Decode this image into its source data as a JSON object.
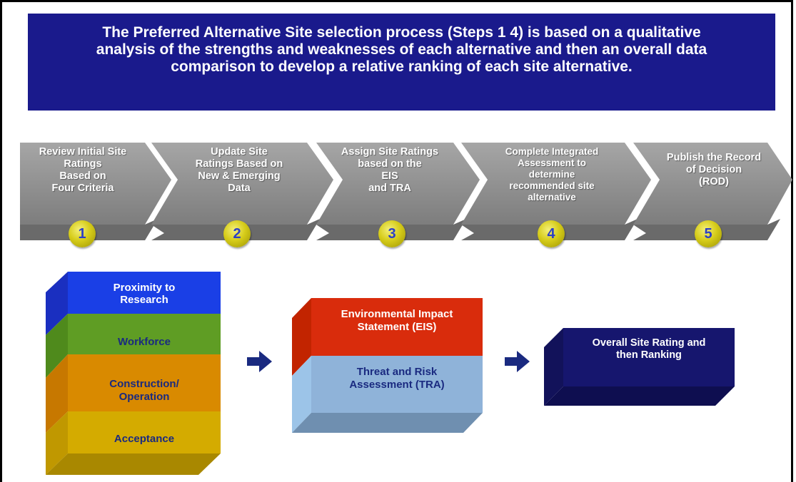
{
  "banner": {
    "text": "The Preferred Alternative Site selection process (Steps 1 4) is based on a qualitative\nanalysis of the strengths and weaknesses of each alternative and then an overall data\ncomparison to develop a relative ranking of each site alternative."
  },
  "steps": [
    {
      "label": "Review Initial Site\nRatings\nBased on\nFour Criteria",
      "number": "1"
    },
    {
      "label": "Update Site\nRatings Based on\nNew & Emerging\nData",
      "number": "2"
    },
    {
      "label": "Assign Site Ratings\nbased on the\nEIS\nand TRA",
      "number": "3"
    },
    {
      "label": "Complete Integrated\nAssessment to\ndetermine\nrecommended site\nalternative",
      "number": "4"
    },
    {
      "label": "Publish the Record\nof Decision\n(ROD)",
      "number": "5"
    }
  ],
  "criteria_stack": [
    {
      "label": "Proximity to\nResearch",
      "color": "#1a3fe6"
    },
    {
      "label": "Workforce",
      "color": "#5f9d24"
    },
    {
      "label": "Construction/\nOperation",
      "color": "#d98a00"
    },
    {
      "label": "Acceptance",
      "color": "#d4ab00"
    }
  ],
  "assessment_stack": [
    {
      "label": "Environmental Impact\nStatement (EIS)",
      "color": "#d92c0c"
    },
    {
      "label": "Threat and Risk\nAssessment (TRA)",
      "color": "#8fb3d9"
    }
  ],
  "result_block": {
    "label": "Overall Site Rating and\nthen Ranking",
    "color": "#16166e"
  },
  "colors": {
    "banner": "#1a1a8c",
    "step_chevron": "#8c8c8c",
    "step_number": "#2c3fc6",
    "arrow": "#1a2a80"
  }
}
